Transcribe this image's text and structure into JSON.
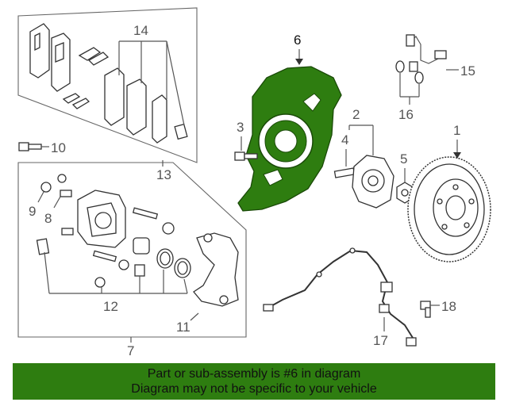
{
  "labels": {
    "p1": "1",
    "p2": "2",
    "p3": "3",
    "p4": "4",
    "p5": "5",
    "p6": "6",
    "p7": "7",
    "p8": "8",
    "p9": "9",
    "p10": "10",
    "p11": "11",
    "p12": "12",
    "p13": "13",
    "p14": "14",
    "p15": "15",
    "p16": "16",
    "p17": "17",
    "p18": "18"
  },
  "highlight": {
    "part": "6",
    "color": "#2e7d10"
  },
  "footer": {
    "line1": "Part or sub-assembly is #6 in diagram",
    "line2": "Diagram may not be specific to your vehicle",
    "background": "#2e7d10"
  }
}
